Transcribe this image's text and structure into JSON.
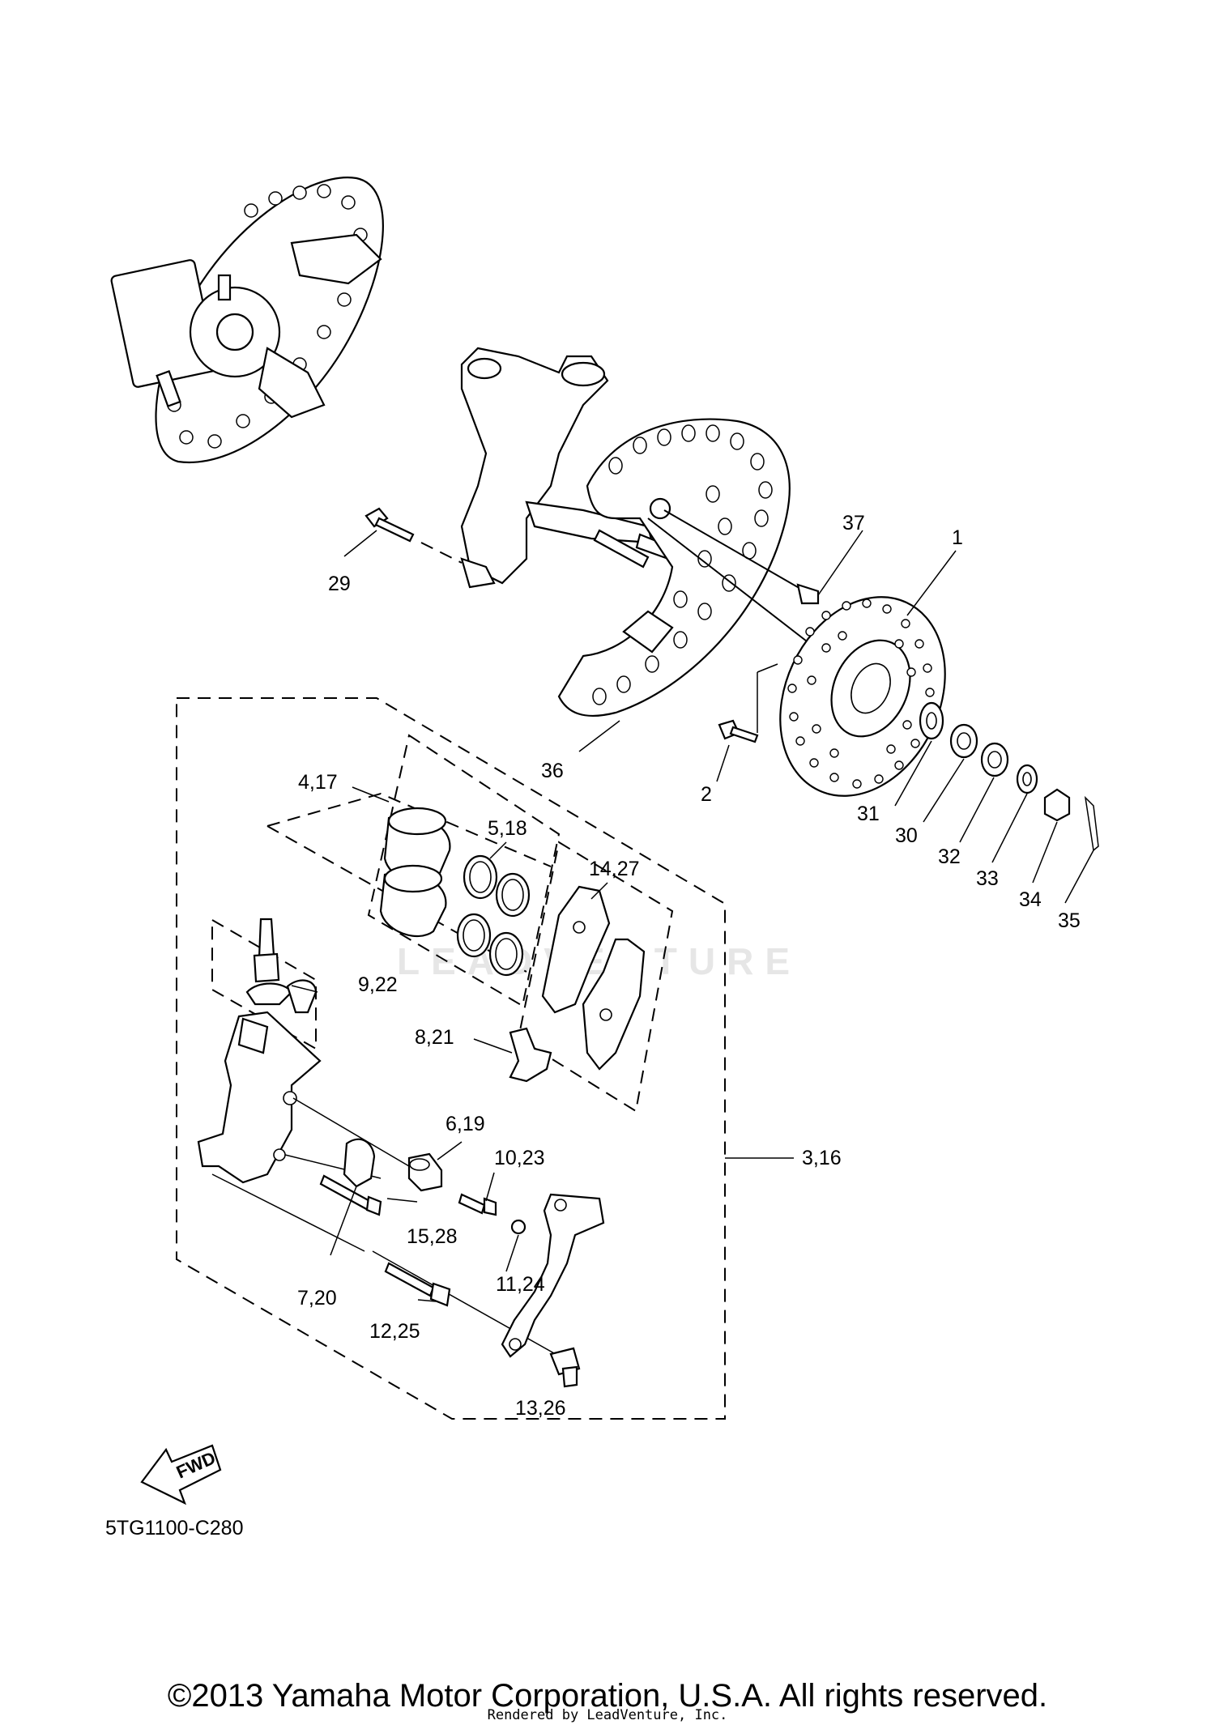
{
  "diagram_code": "5TG1100-C280",
  "fwd_label": "FWD",
  "watermark": "LEADVENTURE",
  "copyright": "©2013 Yamaha Motor Corporation, U.S.A. All rights reserved.",
  "rendered_by": "Rendered by LeadVenture, Inc.",
  "callouts": {
    "c1": "1",
    "c2": "2",
    "c29": "29",
    "c30": "30",
    "c31": "31",
    "c32": "32",
    "c33": "33",
    "c34": "34",
    "c35": "35",
    "c36": "36",
    "c37": "37",
    "c3_16": "3,16",
    "c4_17": "4,17",
    "c5_18": "5,18",
    "c6_19": "6,19",
    "c7_20": "7,20",
    "c8_21": "8,21",
    "c9_22": "9,22",
    "c10_23": "10,23",
    "c11_24": "11,24",
    "c12_25": "12,25",
    "c13_26": "13,26",
    "c14_27": "14,27",
    "c15_28": "15,28"
  }
}
